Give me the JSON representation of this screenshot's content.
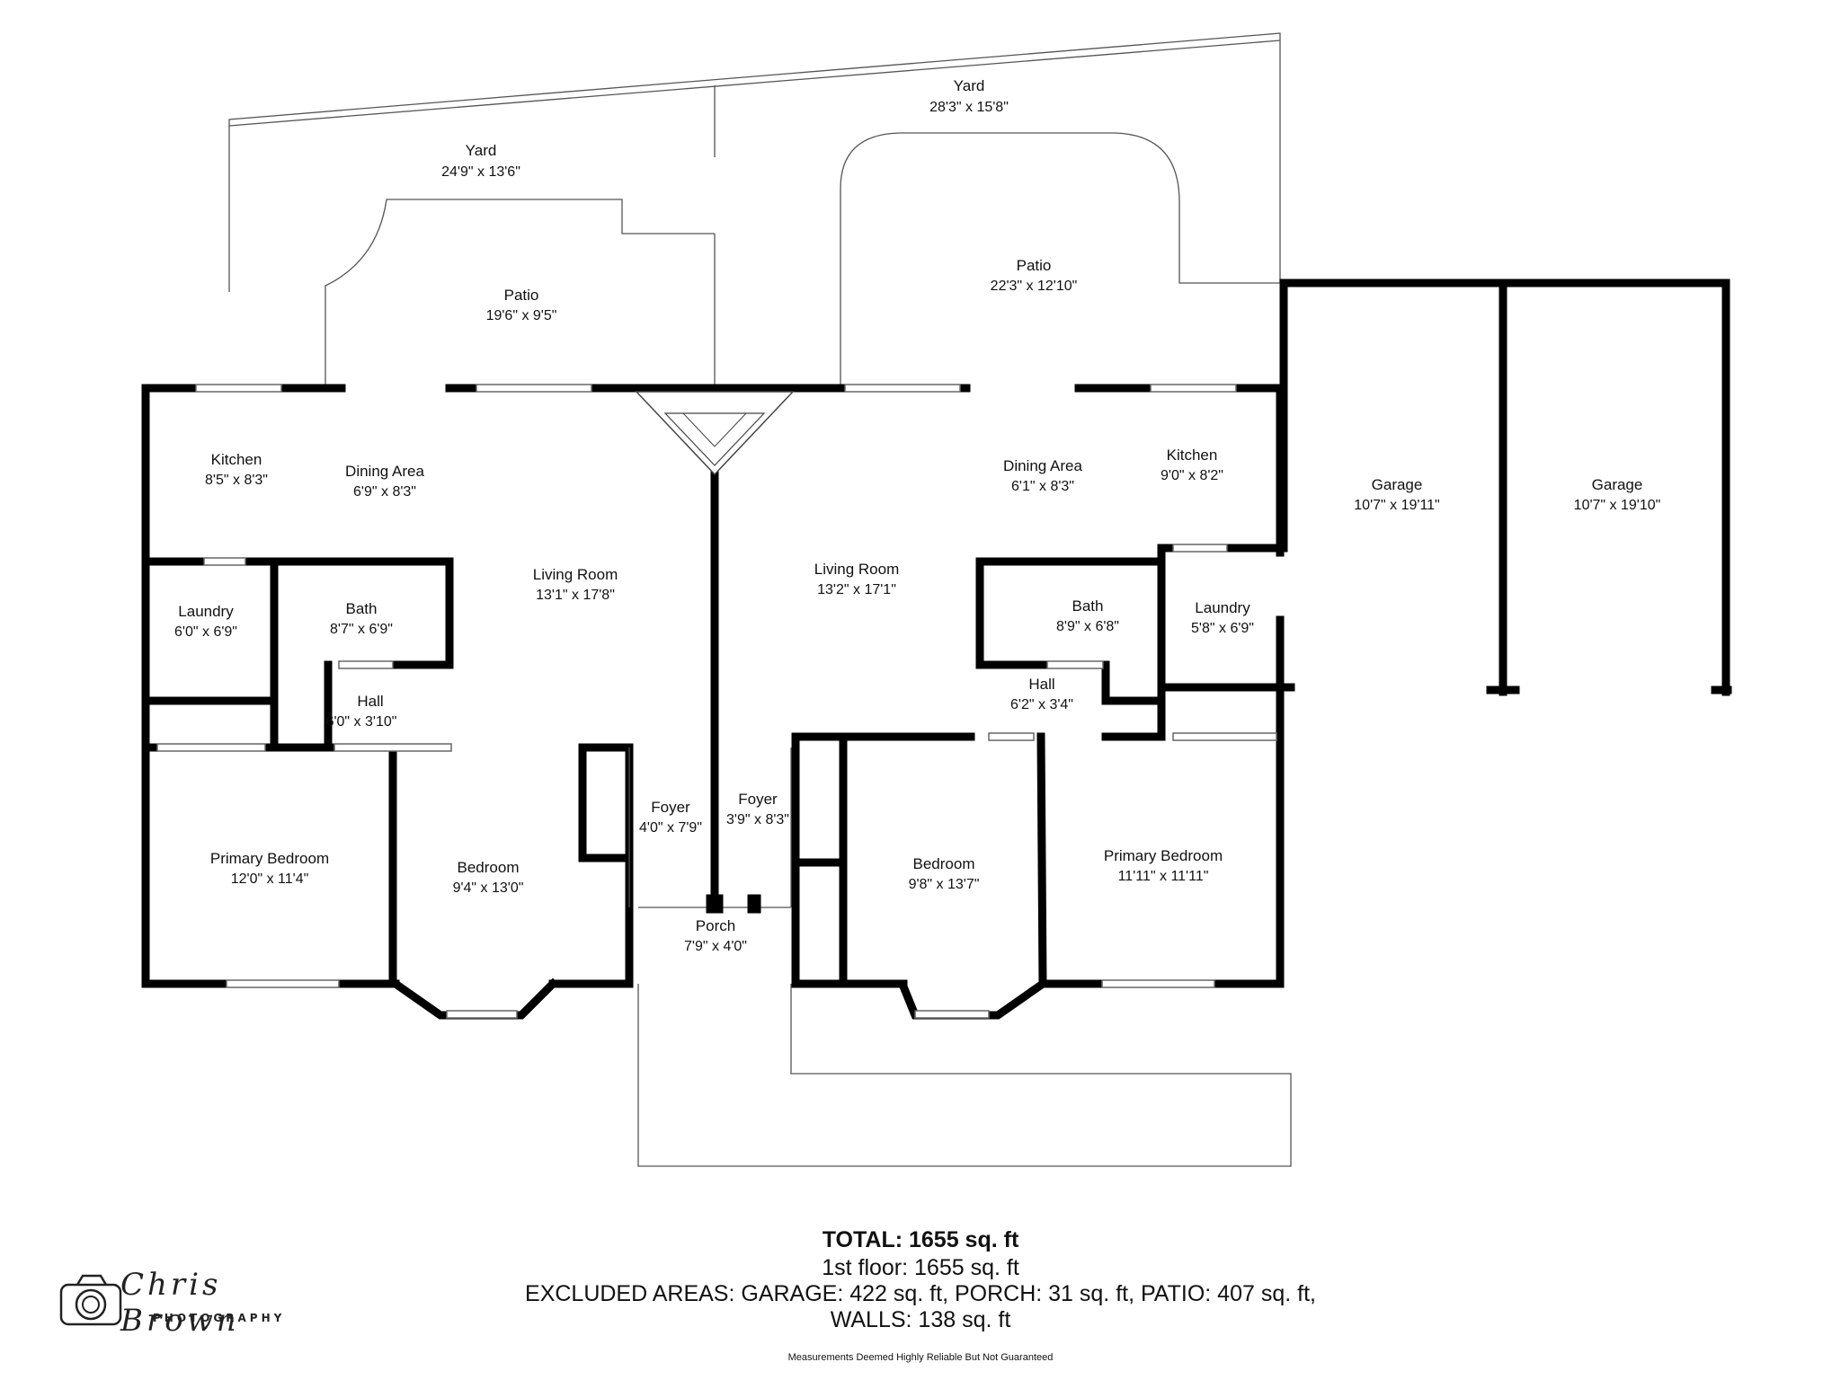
{
  "rooms": {
    "yard_left": {
      "name": "Yard",
      "dims": "24'9\" x 13'6\""
    },
    "yard_right": {
      "name": "Yard",
      "dims": "28'3\" x 15'8\""
    },
    "patio_left": {
      "name": "Patio",
      "dims": "19'6\" x 9'5\""
    },
    "patio_right": {
      "name": "Patio",
      "dims": "22'3\" x 12'10\""
    },
    "kitchen_left": {
      "name": "Kitchen",
      "dims": "8'5\" x 8'3\""
    },
    "dining_left": {
      "name": "Dining Area",
      "dims": "6'9\" x 8'3\""
    },
    "living_left": {
      "name": "Living Room",
      "dims": "13'1\" x 17'8\""
    },
    "laundry_left": {
      "name": "Laundry",
      "dims": "6'0\" x 6'9\""
    },
    "bath_left": {
      "name": "Bath",
      "dims": "8'7\" x 6'9\""
    },
    "hall_left": {
      "name": "Hall",
      "dims": "6'0\" x 3'10\""
    },
    "primary_bedroom_left": {
      "name": "Primary Bedroom",
      "dims": "12'0\" x 11'4\""
    },
    "bedroom_left": {
      "name": "Bedroom",
      "dims": "9'4\" x 13'0\""
    },
    "foyer_left": {
      "name": "Foyer",
      "dims": "4'0\" x 7'9\""
    },
    "foyer_right": {
      "name": "Foyer",
      "dims": "3'9\" x 8'3\""
    },
    "porch": {
      "name": "Porch",
      "dims": "7'9\" x 4'0\""
    },
    "living_right": {
      "name": "Living Room",
      "dims": "13'2\" x 17'1\""
    },
    "dining_right": {
      "name": "Dining Area",
      "dims": "6'1\" x 8'3\""
    },
    "kitchen_right": {
      "name": "Kitchen",
      "dims": "9'0\" x 8'2\""
    },
    "bath_right": {
      "name": "Bath",
      "dims": "8'9\" x 6'8\""
    },
    "laundry_right": {
      "name": "Laundry",
      "dims": "5'8\" x 6'9\""
    },
    "hall_right": {
      "name": "Hall",
      "dims": "6'2\" x 3'4\""
    },
    "bedroom_right": {
      "name": "Bedroom",
      "dims": "9'8\" x 13'7\""
    },
    "primary_bedroom_right": {
      "name": "Primary Bedroom",
      "dims": "11'11\" x 11'11\""
    },
    "garage_left": {
      "name": "Garage",
      "dims": "10'7\" x 19'11\""
    },
    "garage_right": {
      "name": "Garage",
      "dims": "10'7\" x 19'10\""
    }
  },
  "summary": {
    "total": "TOTAL: 1655 sq. ft",
    "first_floor": "1st floor: 1655 sq. ft",
    "excluded": "EXCLUDED AREAS: GARAGE: 422 sq. ft, PORCH: 31 sq. ft, PATIO: 407 sq. ft,",
    "walls": "WALLS: 138 sq. ft",
    "disclaimer": "Measurements Deemed Highly Reliable But Not Guaranteed"
  },
  "logo": {
    "script": "Chris Brown",
    "subtitle": "PHOTOGRAPHY",
    "icon": "camera-icon"
  }
}
